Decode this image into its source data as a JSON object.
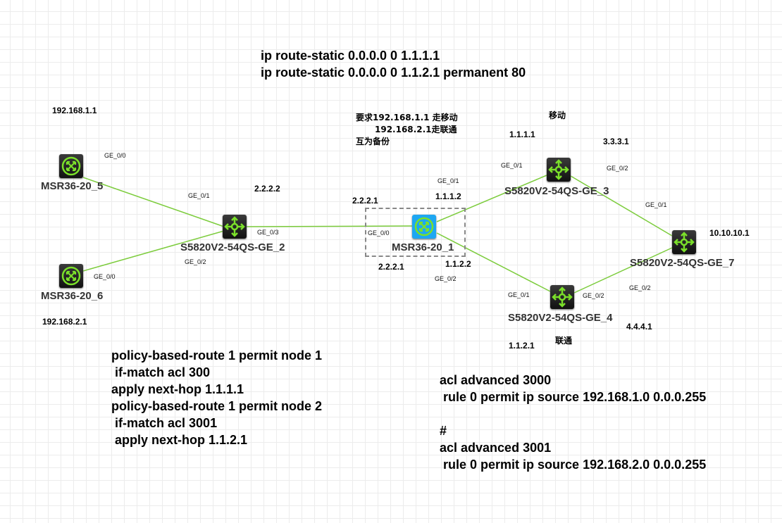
{
  "config_top": [
    "ip route-static 0.0.0.0 0 1.1.1.1",
    "ip route-static 0.0.0.0 0 1.1.2.1 permanent 80"
  ],
  "note": [
    "要求192.168.1.1 走移动",
    "192.168.2.1走联通",
    "互为备份"
  ],
  "policy": [
    "policy-based-route 1 permit node 1",
    " if-match acl 300",
    "apply next-hop 1.1.1.1",
    "policy-based-route 1 permit node 2",
    " if-match acl 3001",
    " apply next-hop 1.1.2.1"
  ],
  "acl": [
    "acl advanced 3000",
    " rule 0 permit ip source 192.168.1.0 0.0.0.255",
    "#",
    "acl advanced 3001",
    " rule 0 permit ip source 192.168.2.0 0.0.0.255"
  ],
  "devices": {
    "msr5": "MSR36-20_5",
    "msr6": "MSR36-20_6",
    "sw2": "S5820V2-54QS-GE_2",
    "msr1": "MSR36-20_1",
    "sw3": "S5820V2-54QS-GE_3",
    "sw4": "S5820V2-54QS-GE_4",
    "sw7": "S5820V2-54QS-GE_7"
  },
  "ips": {
    "pc1": "192.168.1.1",
    "pc2": "192.168.2.1",
    "sw2": "2.2.2.2",
    "msr1a": "2.2.2.1",
    "msr1b": "2.2.2.1",
    "msr1c": "1.1.1.2",
    "msr1d": "1.1.2.2",
    "sw3a": "1.1.1.1",
    "sw3b": "3.3.3.1",
    "sw7": "10.10.10.1",
    "sw4a": "4.4.4.1",
    "sw4b": "1.1.2.1"
  },
  "isp": {
    "mobile": "移动",
    "unicom": "联通"
  },
  "ports": {
    "p00a": "GE_0/0",
    "p01a": "GE_0/1",
    "p03": "GE_0/3",
    "p02a": "GE_0/2",
    "p00b": "GE_0/0",
    "p01b": "GE_0/1",
    "p00c": "GE_0/0",
    "p02b": "GE_0/2",
    "p01c": "GE_0/1",
    "p02c": "GE_0/2",
    "p01d": "GE_0/1",
    "p02d": "GE_0/2",
    "p01e": "GE_0/1",
    "p02e": "GE_0/2"
  },
  "colors": {
    "link": "#7ccc3c",
    "router_icon": "#7be02a",
    "msr1_bg": "#1ea7f2"
  },
  "icons": {
    "router": "router-icon",
    "switch": "l3-switch-icon"
  }
}
